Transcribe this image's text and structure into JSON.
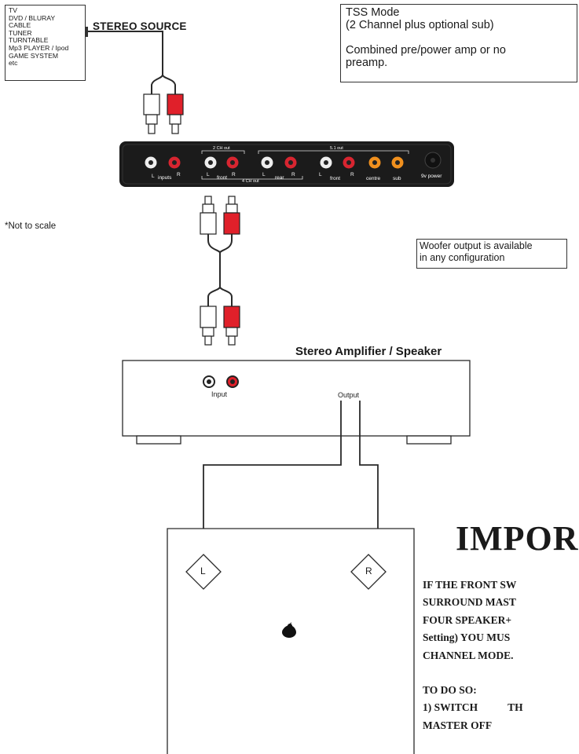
{
  "source_list": [
    "TV",
    "DVD / BLURAY",
    "CABLE",
    "TUNER",
    "TURNTABLE",
    "Mp3 PLAYER / Ipod",
    "GAME SYSTEM",
    "etc"
  ],
  "source_title": "STEREO SOURCE",
  "tss_box": {
    "line1": "TSS Mode",
    "line2": "(2 Channel plus optional sub)",
    "line3": "Combined  pre/power amp or no",
    "line4": "preamp."
  },
  "scale_note": "*Not to scale",
  "woofer_note": {
    "line1": "Woofer output is available",
    "line2": "in any configuration"
  },
  "device": {
    "inputs": "inputs",
    "L": "L",
    "R": "R",
    "ch2_out": "2 CH out",
    "front": "front",
    "ch4_out": "4 CH out",
    "rear": "rear",
    "ch51_out": "5.1 out",
    "centre": "centre",
    "sub": "sub",
    "power": "9v power"
  },
  "amplifier": {
    "title": "Stereo Amplifier / Speaker",
    "input_label": "Input",
    "output_label": "Output"
  },
  "speaker": {
    "left": "L",
    "right": "R"
  },
  "important": {
    "title": "IMPOR",
    "lines": [
      "IF THE FRONT SW",
      "SURROUND MAST",
      "FOUR SPEAKER+",
      "Setting) YOU MUS",
      "CHANNEL MODE."
    ],
    "to_do": "TO DO SO:",
    "step1_a": "1)   SWITCH",
    "step1_b": "TH",
    "step1_c": "MASTER OFF"
  },
  "colors": {
    "rca_red": "#e0202a",
    "device_body": "#1b1b1b",
    "line": "#2a2a2a"
  }
}
